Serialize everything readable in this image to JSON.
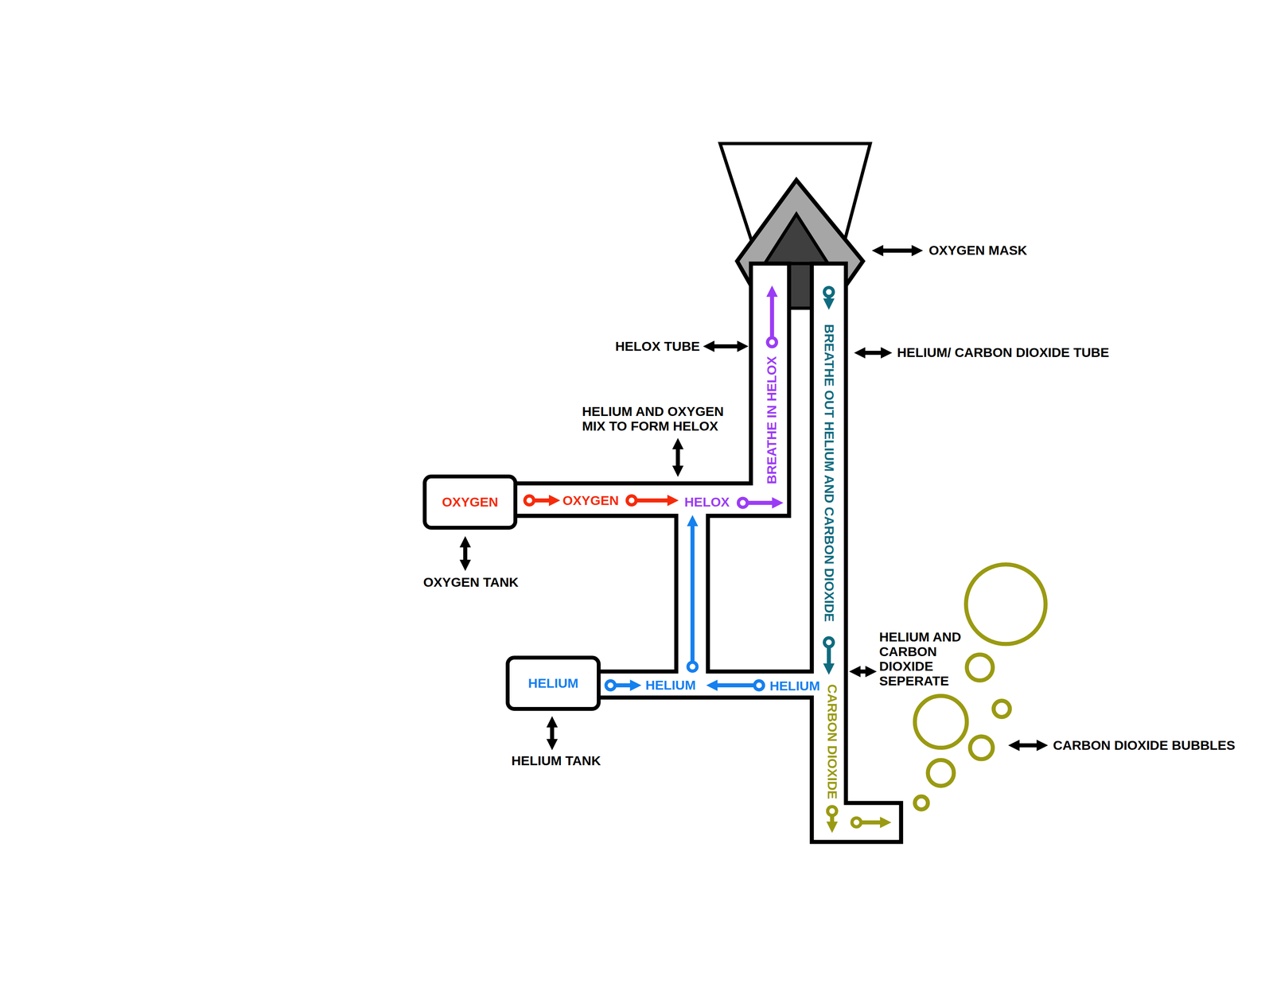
{
  "diagram": {
    "nodes": [
      {
        "text": [
          "OXYGEN"
        ]
      },
      {
        "text": [
          "HELIUM"
        ]
      }
    ],
    "labels": [
      "OXYGEN MASK",
      "HELOX TUBE",
      "HELIUM/ CARBON DIOXIDE TUBE",
      "BREATHE IN HELOX",
      "BREATHE OUT HELIUM AND CARBON DIOXIDE",
      "HELIUM AND OXYGEN MIX TO FORM HELOX",
      "OXYGEN",
      "HELOX",
      "OXYGEN TANK",
      "HELIUM AND CARBON DIOXIDE SEPERATE",
      "HELIUM",
      "HELIUM",
      "CARBON DIOXIDE",
      "CARBON DIOXIDE BUBBLES",
      "HELIUM TANK"
    ]
  }
}
